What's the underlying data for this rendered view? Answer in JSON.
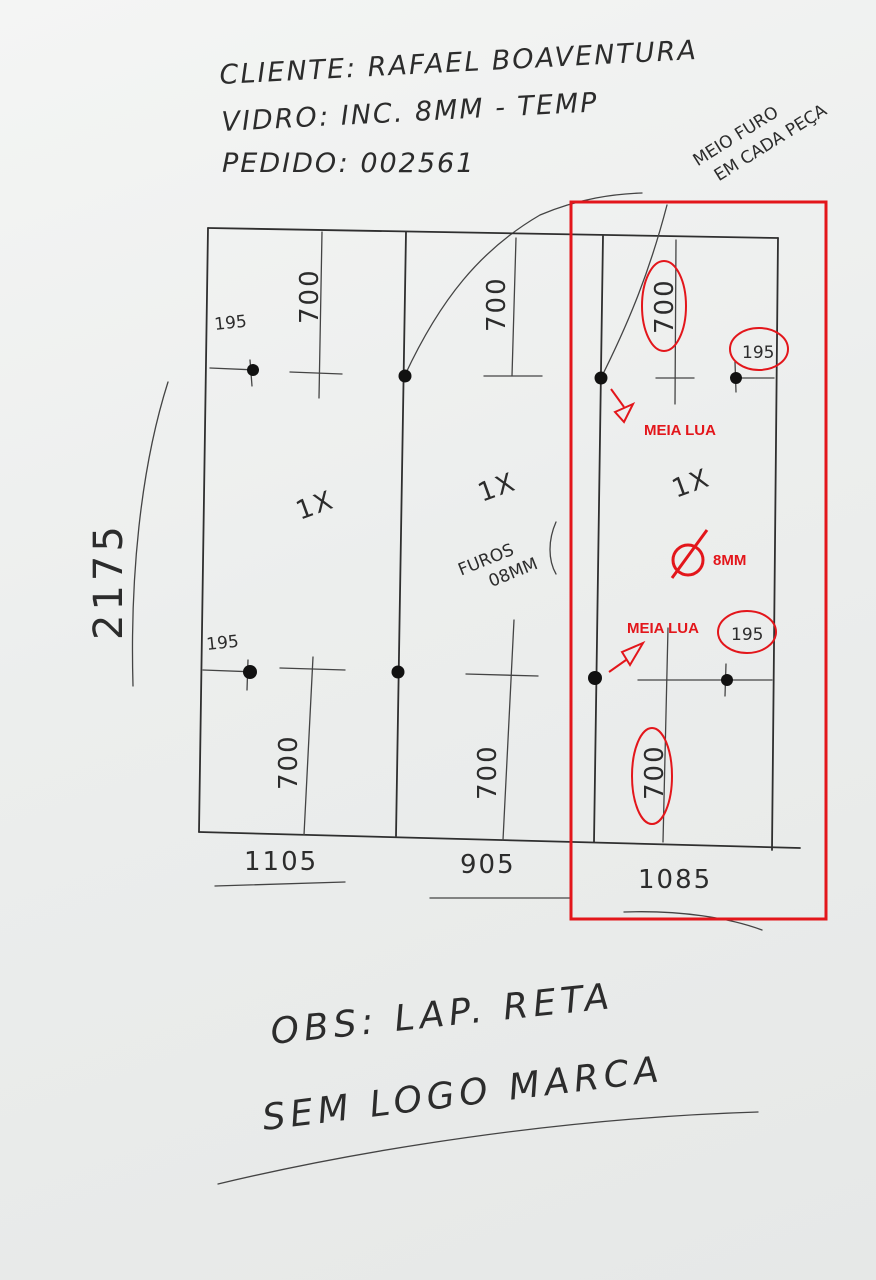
{
  "header": {
    "cliente": "CLIENTE: RAFAEL BOAVENTURA",
    "vidro": "VIDRO: INC. 8MM - TEMP",
    "pedido": "PEDIDO: 002561"
  },
  "note_meio_furo": {
    "line1": "MEIO FURO",
    "line2": "EM CADA PEÇA"
  },
  "dimensions": {
    "height": "2175",
    "widths": [
      "1105",
      "905",
      "1085"
    ],
    "hole_offset": "195",
    "hole_height": "700"
  },
  "panels": {
    "quantity": "1X"
  },
  "furos": {
    "line1": "FUROS",
    "line2": "08MM"
  },
  "annotations": {
    "meia_lua_top": "MEIA LUA",
    "meia_lua_bottom": "MEIA LUA",
    "diameter": "8MM",
    "highlight_color": "#e3161b"
  },
  "obs": {
    "line1": "OBS: LAP. RETA",
    "line2": "SEM LOGO MARCA"
  }
}
